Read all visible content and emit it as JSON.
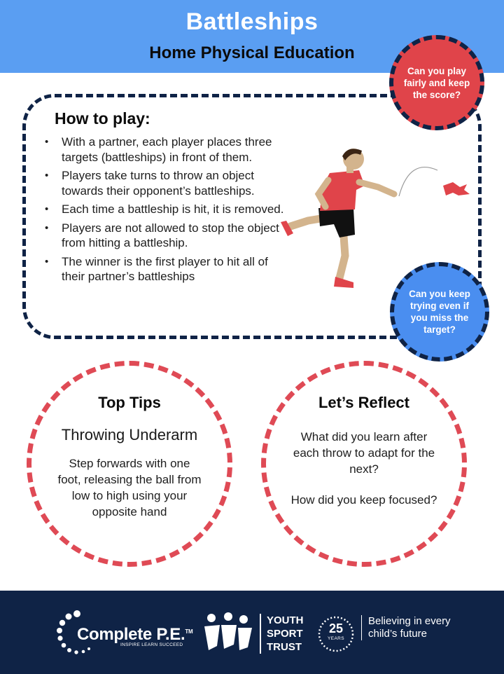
{
  "header": {
    "title": "Battleships",
    "subtitle": "Home Physical Education"
  },
  "badges": {
    "red": "Can you play fairly and keep the score?",
    "blue": "Can you keep trying even if you miss the target?"
  },
  "how_to_play": {
    "title": "How to play:",
    "items": [
      "With a partner, each player places three targets (battleships) in front of them.",
      "Players take turns to throw an object towards their opponent’s battleships.",
      "Each time a battleship is hit, it is removed.",
      "Players are not allowed to stop the object from hitting a battleship.",
      "The winner is the first player to hit all of their partner’s battleships"
    ]
  },
  "top_tips": {
    "title": "Top Tips",
    "subtitle": "Throwing Underarm",
    "body": "Step forwards with one foot, releasing the ball from low to high using your opposite hand"
  },
  "reflect": {
    "title": "Let’s Reflect",
    "q1": "What did you learn after each throw to adapt for the next?",
    "q2": "How did you keep focused?"
  },
  "footer": {
    "cpe_name": "Complete P.E.",
    "cpe_tm": "TM",
    "cpe_tagline": "INSPIRE LEARN SUCCEED",
    "yst_line1": "YOUTH",
    "yst_line2": "SPORT",
    "yst_line3": "TRUST",
    "anniversary_number": "25",
    "anniversary_label": "YEARS",
    "tagline": "Believing in every child’s future"
  },
  "colors": {
    "header_blue": "#5a9ef2",
    "navy": "#0f2346",
    "red": "#e0444a",
    "circle_red": "#df4a55",
    "badge_blue": "#4a8ef0"
  }
}
